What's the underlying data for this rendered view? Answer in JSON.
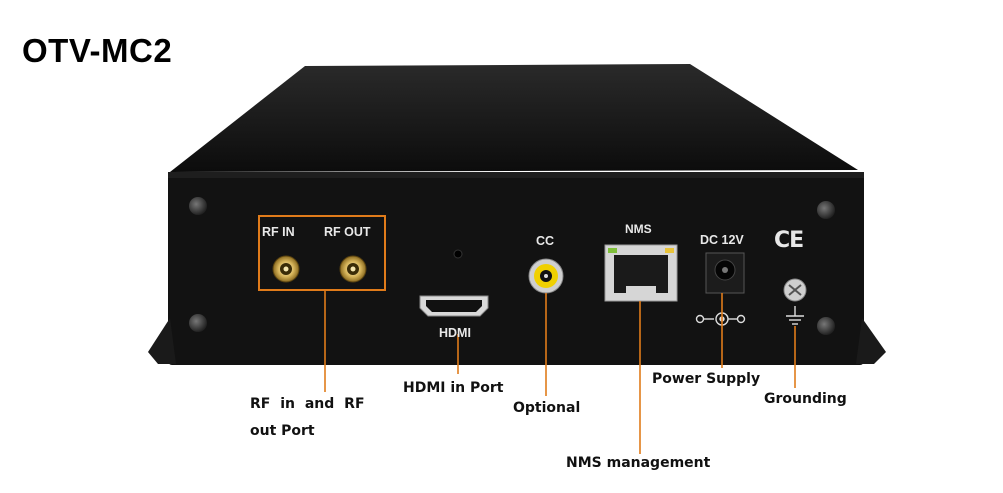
{
  "title": "OTV-MC2",
  "panel_labels": {
    "rf_in": "RF IN",
    "rf_out": "RF OUT",
    "hdmi": "HDMI",
    "cc": "CC",
    "nms": "NMS",
    "dc": "DC 12V",
    "ce": "CE"
  },
  "callouts": {
    "rf_line1": "RF in and RF",
    "rf_line2": "out Port",
    "hdmi": "HDMI in Port",
    "optional": "Optional",
    "nms": "NMS management",
    "power": "Power Supply",
    "grounding": "Grounding"
  },
  "colors": {
    "callout_line": "#e07b1a",
    "rf_box": "#e07b1a",
    "chassis": "#141414",
    "cc_ring": "#f0d000"
  }
}
